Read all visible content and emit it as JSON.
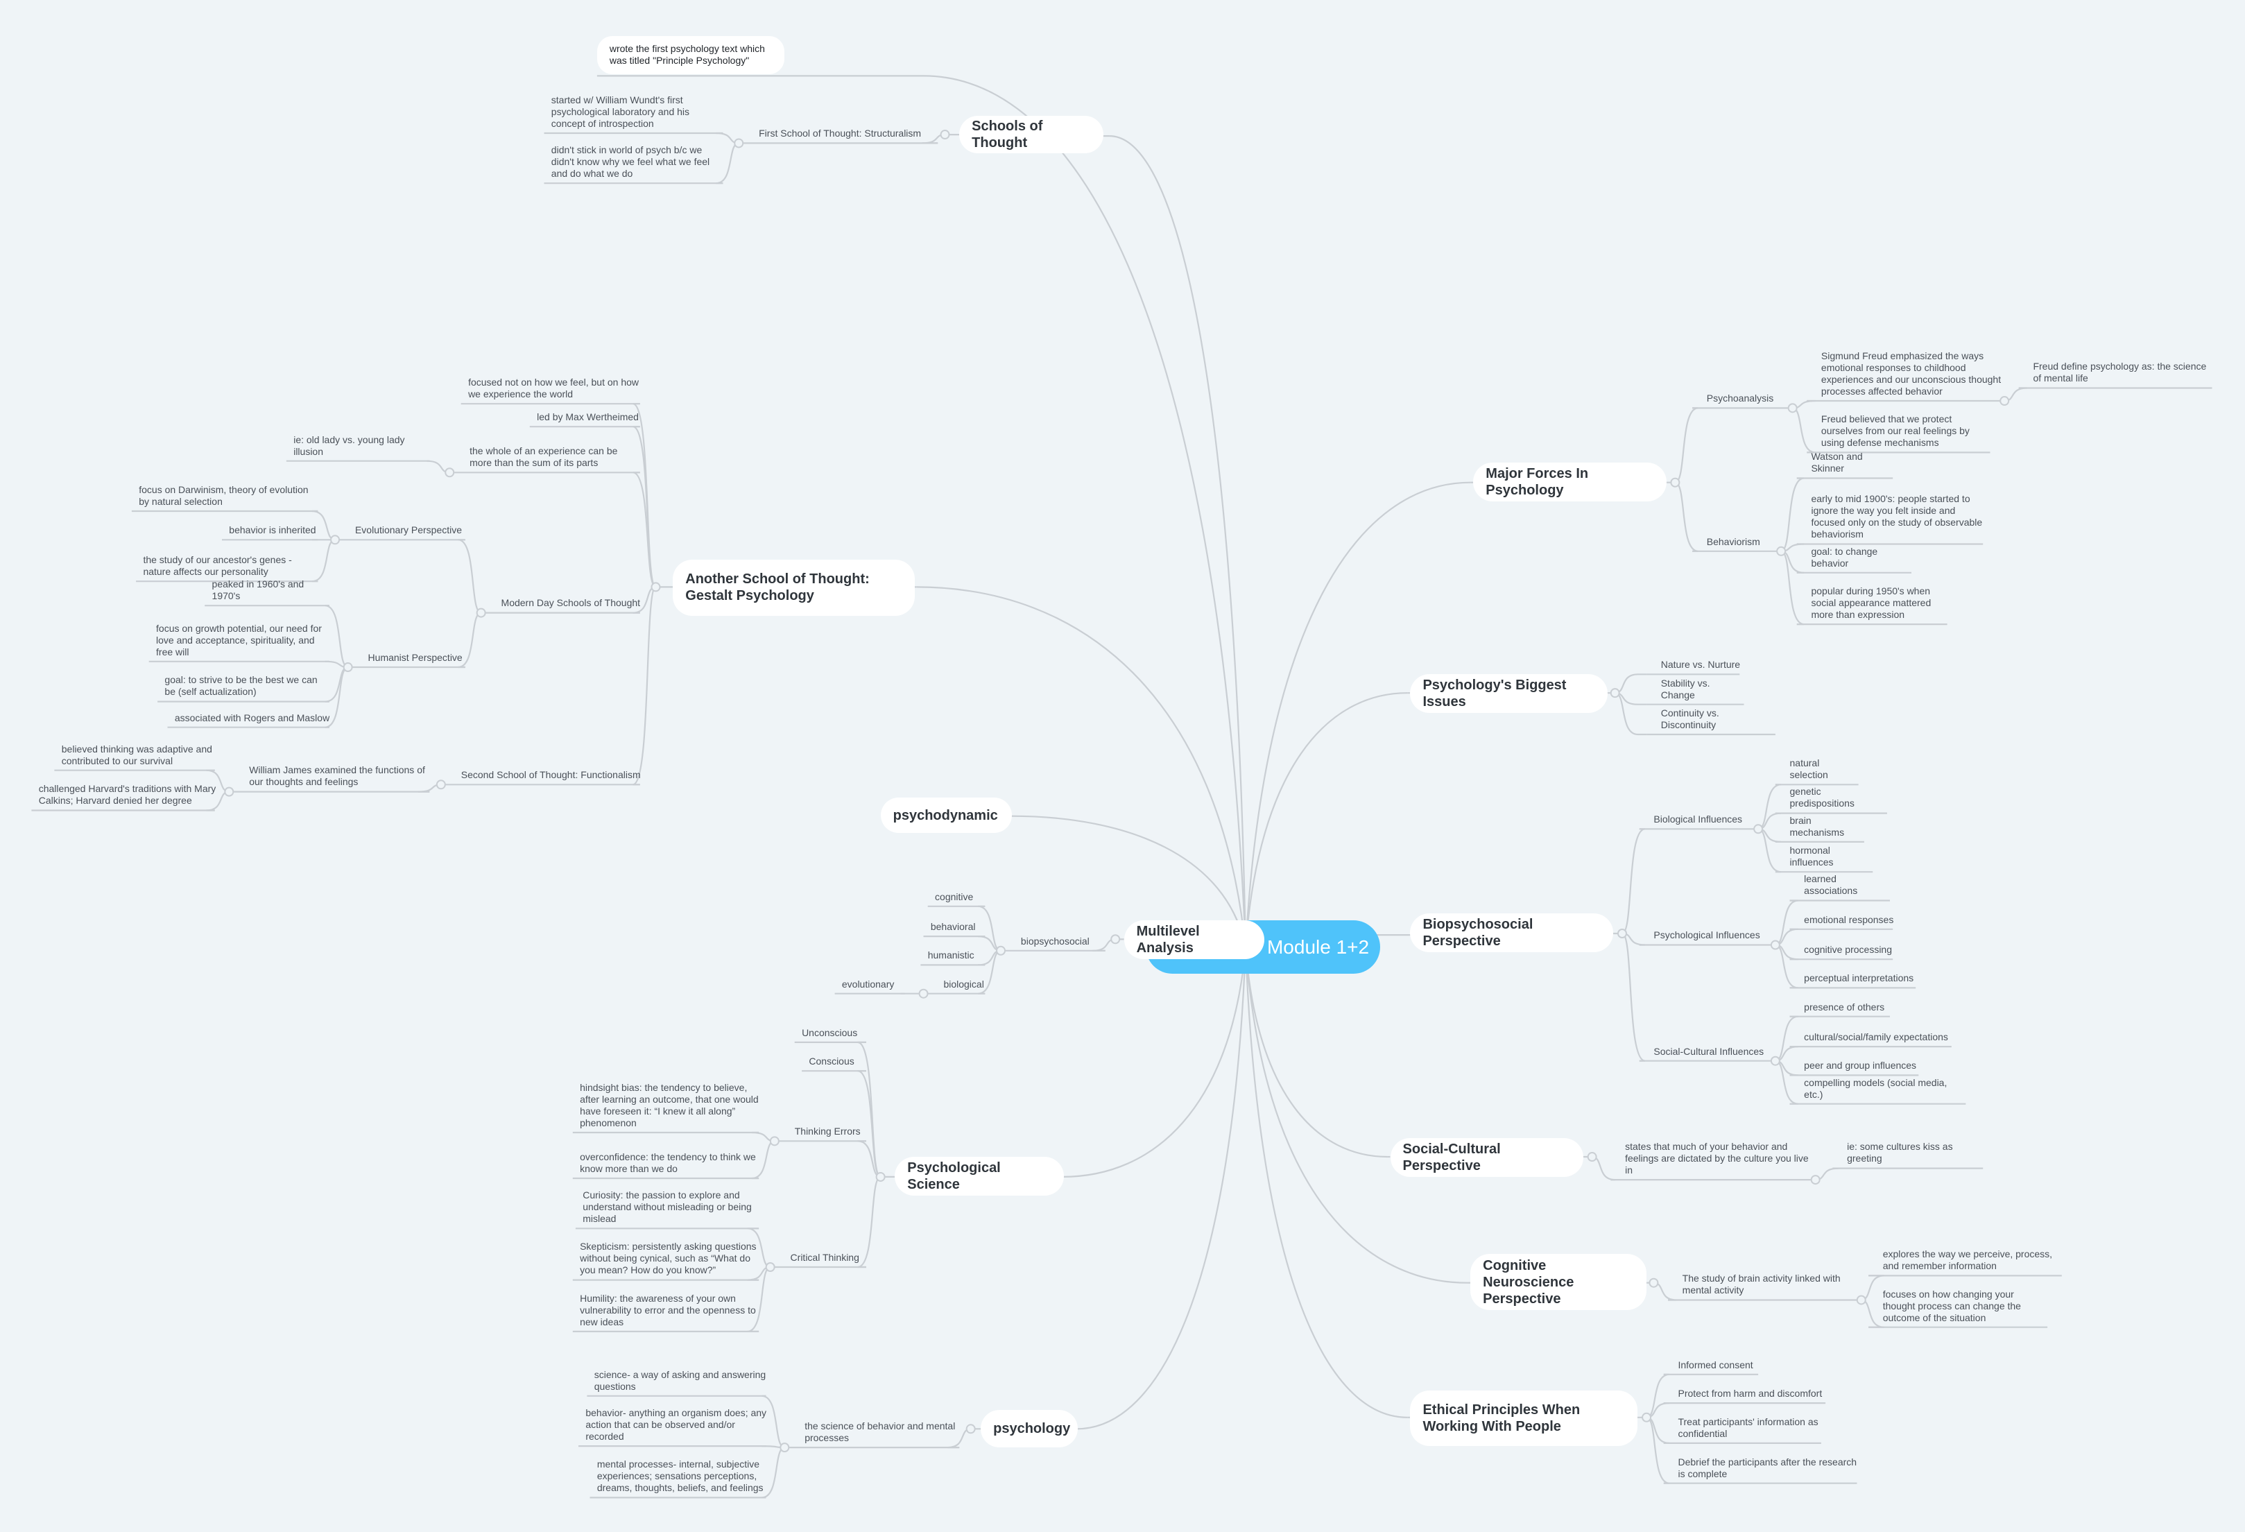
{
  "colors": {
    "background": "#eff4f7",
    "root": "#4fc3fa",
    "connector": "#c9ced3",
    "text": "#4a5058"
  },
  "mind_map": {
    "root": {
      "text": "Module 1+2"
    },
    "topics": [
      {
        "text": "wrote the first psychology text which was titled \"Principle Psychology\"",
        "children": []
      },
      {
        "text": "Schools of Thought",
        "children": [
          {
            "text": "First School of Thought: Structuralism",
            "children": [
              {
                "text": "started w/ William Wundt's first psychological laboratory and his concept of introspection"
              },
              {
                "text": "didn't stick in world of psych b/c we didn't know why we feel what we feel and do what we do"
              }
            ]
          }
        ]
      },
      {
        "text": "Another School of Thought: Gestalt Psychology",
        "children": [
          {
            "text": "focused not on how we feel, but on how we experience the world"
          },
          {
            "text": "led by Max Wertheimed"
          },
          {
            "text": "the whole of an experience can be more than the sum of its parts",
            "children": [
              {
                "text": "ie: old lady vs. young lady illusion"
              }
            ]
          },
          {
            "text": "Modern Day Schools of Thought",
            "children": [
              {
                "text": "Evolutionary Perspective",
                "children": [
                  {
                    "text": "focus on Darwinism, theory of evolution by natural selection"
                  },
                  {
                    "text": "behavior is inherited"
                  },
                  {
                    "text": "the study of our ancestor's genes - nature affects our personality"
                  }
                ]
              },
              {
                "text": "Humanist Perspective",
                "children": [
                  {
                    "text": "peaked in 1960's and 1970's"
                  },
                  {
                    "text": "focus on growth potential, our need for love and acceptance, spirituality, and free will"
                  },
                  {
                    "text": "goal: to strive to be the best we can be (self actualization)"
                  },
                  {
                    "text": "associated with Rogers and Maslow"
                  }
                ]
              }
            ]
          },
          {
            "text": "Second School of Thought: Functionalism",
            "children": [
              {
                "text": "William James examined the functions of our thoughts and feelings",
                "children": [
                  {
                    "text": "believed thinking was adaptive and contributed to our survival"
                  },
                  {
                    "text": "challenged Harvard's traditions with Mary Calkins; Harvard denied her degree"
                  }
                ]
              }
            ]
          }
        ]
      },
      {
        "text": "psychodynamic",
        "children": []
      },
      {
        "text": "Multilevel Analysis",
        "children": [
          {
            "text": "biopsychosocial",
            "children": [
              {
                "text": "cognitive"
              },
              {
                "text": "behavioral"
              },
              {
                "text": "humanistic"
              },
              {
                "text": "biological",
                "children": [
                  {
                    "text": "evolutionary"
                  }
                ]
              }
            ]
          }
        ]
      },
      {
        "text": "Psychological Science",
        "children": [
          {
            "text": "Unconscious"
          },
          {
            "text": "Conscious"
          },
          {
            "text": "Thinking Errors",
            "children": [
              {
                "text": "hindsight bias: the tendency to believe, after learning an outcome, that one would have foreseen it: “I knew it all along” phenomenon"
              },
              {
                "text": "overconfidence: the tendency to think we know more than we do"
              }
            ]
          },
          {
            "text": "Critical Thinking",
            "children": [
              {
                "text": "Curiosity: the passion to explore and understand without misleading or being mislead"
              },
              {
                "text": "Skepticism: persistently asking questions without being cynical, such as “What do you mean? How do you know?”"
              },
              {
                "text": "Humility: the awareness of your own vulnerability to error and the openness to new ideas"
              }
            ]
          }
        ]
      },
      {
        "text": "psychology",
        "children": [
          {
            "text": "the science of behavior and mental processes",
            "children": [
              {
                "text": "science- a way of asking and answering questions"
              },
              {
                "text": "behavior- anything an organism does; any action that can be observed and/or recorded"
              },
              {
                "text": "mental processes- internal, subjective experiences; sensations perceptions, dreams, thoughts, beliefs, and feelings"
              }
            ]
          }
        ]
      },
      {
        "text": "Major Forces In Psychology",
        "children": [
          {
            "text": "Psychoanalysis",
            "children": [
              {
                "text": "Sigmund Freud emphasized the ways emotional responses to childhood experiences and our unconscious thought processes affected behavior",
                "children": [
                  {
                    "text": "Freud define psychology as: the science of mental life"
                  }
                ]
              },
              {
                "text": "Freud believed that we protect ourselves from our real feelings by using defense mechanisms"
              }
            ]
          },
          {
            "text": "Behaviorism",
            "children": [
              {
                "text": "Watson and Skinner"
              },
              {
                "text": "early to mid 1900's: people started to ignore the way you felt inside and focused only on the study of observable behaviorism"
              },
              {
                "text": "goal: to change behavior"
              },
              {
                "text": "popular during 1950's when social appearance mattered more than expression"
              }
            ]
          }
        ]
      },
      {
        "text": "Psychology's Biggest Issues",
        "children": [
          {
            "text": "Nature vs. Nurture"
          },
          {
            "text": "Stability vs. Change"
          },
          {
            "text": "Continuity vs. Discontinuity"
          }
        ]
      },
      {
        "text": "Biopsychosocial Perspective",
        "children": [
          {
            "text": "Biological Influences",
            "children": [
              {
                "text": "natural selection"
              },
              {
                "text": "genetic predispositions"
              },
              {
                "text": "brain mechanisms"
              },
              {
                "text": "hormonal influences"
              }
            ]
          },
          {
            "text": "Psychological Influences",
            "children": [
              {
                "text": "learned associations"
              },
              {
                "text": "emotional responses"
              },
              {
                "text": "cognitive processing"
              },
              {
                "text": "perceptual interpretations"
              }
            ]
          },
          {
            "text": "Social-Cultural Influences",
            "children": [
              {
                "text": "presence of others"
              },
              {
                "text": "cultural/social/family expectations"
              },
              {
                "text": "peer and group influences"
              },
              {
                "text": "compelling models (social media, etc.)"
              }
            ]
          }
        ]
      },
      {
        "text": "Social-Cultural Perspective",
        "children": [
          {
            "text": "states that much of your behavior and feelings are dictated by the culture you live in",
            "children": [
              {
                "text": "ie: some cultures kiss as greeting"
              }
            ]
          }
        ]
      },
      {
        "text": "Cognitive Neuroscience Perspective",
        "children": [
          {
            "text": "The study of brain activity linked with mental activity",
            "children": [
              {
                "text": "explores the way we perceive, process, and remember information"
              },
              {
                "text": "focuses on how changing your thought process can change the outcome of the situation"
              }
            ]
          }
        ]
      },
      {
        "text": "Ethical Principles When Working With People",
        "children": [
          {
            "text": "Informed consent"
          },
          {
            "text": "Protect from harm and discomfort"
          },
          {
            "text": "Treat participants' information as confidential"
          },
          {
            "text": "Debrief the participants after the research is complete"
          }
        ]
      }
    ]
  }
}
